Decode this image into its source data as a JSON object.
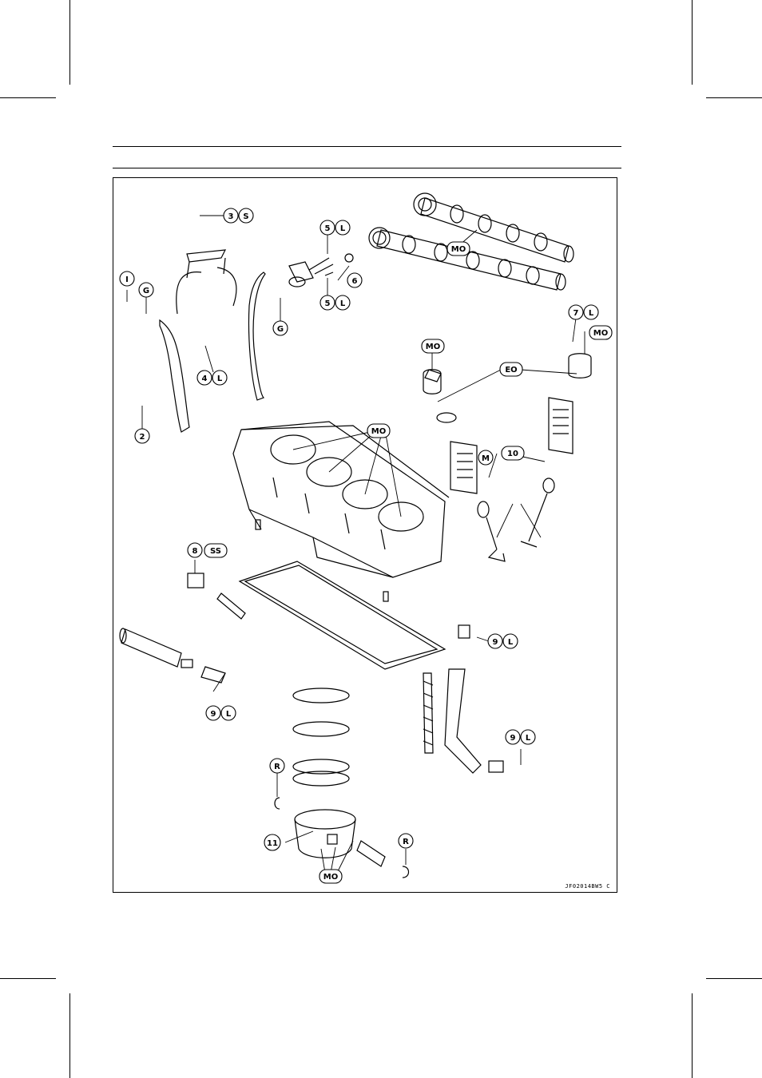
{
  "figure": {
    "reference_code": "JF02014BW5 C",
    "callouts": {
      "c3": "3",
      "c3s": "S",
      "c5a": "5",
      "c5al": "L",
      "c5b": "5",
      "c5bl": "L",
      "c6": "6",
      "c1": "I",
      "cg1": "G",
      "cg2": "G",
      "c4": "4",
      "c4l": "L",
      "c2": "2",
      "mo_cam": "MO",
      "c7": "7",
      "c7l": "L",
      "mo_tappet_r": "MO",
      "mo_tappet_l": "MO",
      "eo": "EO",
      "mo_head": "MO",
      "c10": "10",
      "cm": "M",
      "c8": "8",
      "c8ss": "SS",
      "c9a": "9",
      "c9al": "L",
      "c9b": "9",
      "c9bl": "L",
      "c9c": "9",
      "c9cl": "L",
      "cr1": "R",
      "cr2": "R",
      "c11": "11",
      "mo_piston": "MO"
    }
  }
}
